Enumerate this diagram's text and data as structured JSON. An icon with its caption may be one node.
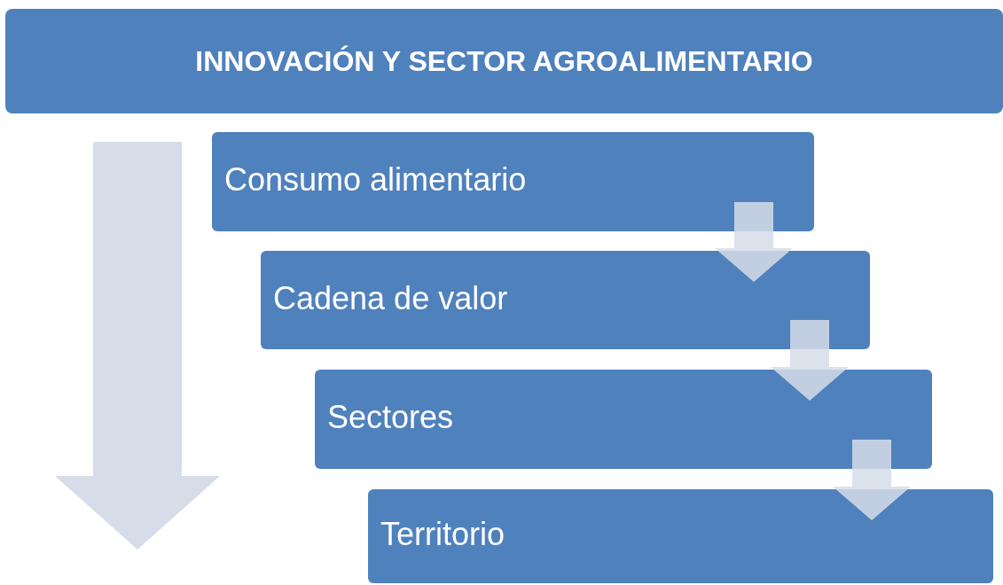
{
  "diagram": {
    "nodes": [
      {
        "text": [
          "INNOVACIÓN Y SECTOR AGROALIMENTARIO"
        ]
      },
      {
        "text": [
          "Consumo alimentario"
        ]
      },
      {
        "text": [
          "Cadena de valor"
        ]
      },
      {
        "text": [
          "Sectores"
        ]
      },
      {
        "text": [
          "Territorio"
        ]
      }
    ],
    "edges": [
      {
        "from": 1,
        "to": 2,
        "arrow": "to"
      },
      {
        "from": 2,
        "to": 3,
        "arrow": "to"
      },
      {
        "from": 3,
        "to": 4,
        "arrow": "to"
      }
    ]
  }
}
